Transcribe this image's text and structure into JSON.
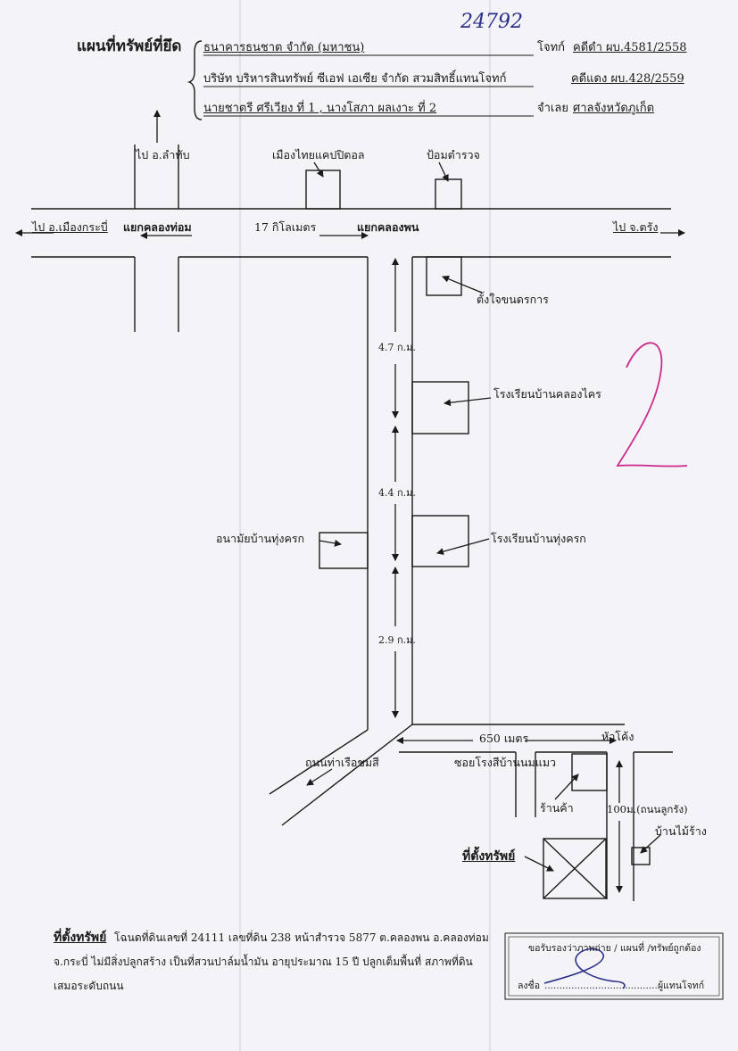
{
  "doc_number": "24792",
  "title": "แผนที่ทรัพย์ที่ยึด",
  "header": {
    "plaintiff_name": "ธนาคารธนชาต จำกัด (มหาชน)",
    "plaintiff_label": "โจทก์",
    "black_case": "คดีดำ ผบ.4581/2558",
    "substitute_plaintiff": "บริษัท บริหารสินทรัพย์ ซีเอฟ เอเซีย จำกัด สวมสิทธิ์แทนโจทก์",
    "red_case": "คดีแดง ผบ.428/2559",
    "defendants": "นายชาตรี ศรีเวียง ที่ 1 , นางโสภา ผลเงาะ ที่ 2",
    "defendant_label": "จำเลย",
    "court": "ศาลจังหวัดภูเก็ต"
  },
  "map": {
    "to_lamthap": "ไป อ.ลำทับ",
    "mueang_thai_capital": "เมืองไทยแคปปิตอล",
    "police_box": "ป้อมตำรวจ",
    "to_mueang_krabi": "ไป อ.เมืองกระบี่",
    "khlong_thom_junction": "แยกคลองท่อม",
    "distance_17km": "17 กิโลเมตร",
    "khlong_phon_junction": "แยกคลองพน",
    "to_trang": "ไป จ.ตรัง",
    "nakhon_office": "ตั้งใจขนดรการ",
    "dist_4_7": "4.7 ก.ม.",
    "school_khlong_khrai": "โรงเรียนบ้านคลองไคร",
    "dist_4_4": "4.4 ก.ม.",
    "school_thung_khrok": "โรงเรียนบ้านทุ่งครก",
    "health_thung_khrok": "อนามัยบ้านทุ่งครก",
    "dist_2_9": "2.9 ก.ม.",
    "dist_650m": "650 เมตร",
    "corner_label": "หัวโค้ง",
    "tha_ruea_road": "ถนนท่าเรือชมสี",
    "rubber_factory_soi": "ซอยโรงสีบ้านนมแมว",
    "shop": "ร้านค้า",
    "dist_100m_laterite": "100ม.(ถนนลูกรัง)",
    "wooden_house": "บ้านไม้ร้าง",
    "property_location": "ที่ตั้งทรัพย์"
  },
  "footer": {
    "location_heading": "ที่ตั้งทรัพย์",
    "line1": "โฉนดที่ดินเลขที่ 24111 เลขที่ดิน 238 หน้าสำรวจ 5877 ต.คลองพน อ.คลองท่อม",
    "line2": "จ.กระบี่ ไม่มีสิ่งปลูกสร้าง เป็นที่สวนปาล์มน้ำมัน อายุประมาณ 15 ปี ปลูกเต็มพื้นที่ สภาพที่ดิน",
    "line3": "เสมอระดับถนน"
  },
  "certify_box": {
    "title": "ขอรับรองว่าภาพถ่าย / แผนที่ /ทรัพย์ถูกต้อง",
    "sign_label": "ลงชื่อ",
    "dots": "......................................",
    "role": "ผู้แทนโจทก์"
  },
  "colors": {
    "ink": "#1a1a1a",
    "handwriting_blue": "#2a2f8a",
    "pink_mark": "#cc2a8c",
    "paper": "#f4f3f7"
  }
}
